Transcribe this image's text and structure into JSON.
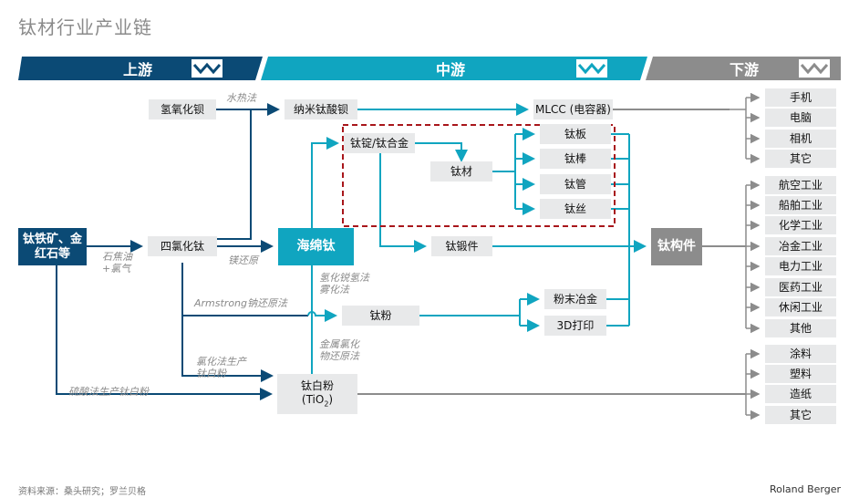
{
  "title": "钛材行业产业链",
  "bands": {
    "upstream": "上游",
    "midstream": "中游",
    "downstream": "下游"
  },
  "nodes": {
    "ore": "钛铁矿、金红石等",
    "barium_hydroxide": "氢氧化钡",
    "nano_barium_titanate": "纳米钛酸钡",
    "mlcc": "MLCC (电容器)",
    "ingot": "钛锭/钛合金",
    "titanium_material": "钛材",
    "plate": "钛板",
    "rod": "钛棒",
    "tube": "钛管",
    "wire": "钛丝",
    "ticl4": "四氯化钛",
    "sponge": "海绵钛",
    "forging": "钛锻件",
    "component": "钛构件",
    "powder": "钛粉",
    "pm": "粉末冶金",
    "print3d": "3D打印",
    "tio2_line1": "钛白粉",
    "tio2_line2": "(TiO",
    "tio2_sub": "2",
    "tio2_close": ")"
  },
  "edge_labels": {
    "hydrothermal": "水热法",
    "coke_chlorine_1": "石焦油",
    "coke_chlorine_2": "+氯气",
    "mg_reduction": "镁还原",
    "armstrong": "Armstrong钠还原法",
    "hydride_1": "氢化锐氢法",
    "hydride_2": "雾化法",
    "chloride_1": "氯化法生产",
    "chloride_2": "钛白粉",
    "metal_chloride_1": "金属氯化",
    "metal_chloride_2": "物还原法",
    "sulfate": "硫酸法生产钛白粉"
  },
  "downstream_electronics": [
    "手机",
    "电脑",
    "相机",
    "其它"
  ],
  "downstream_industry": [
    "航空工业",
    "船舶工业",
    "化学工业",
    "冶金工业",
    "电力工业",
    "医药工业",
    "休闲工业",
    "其他"
  ],
  "downstream_tio2": [
    "涂料",
    "塑料",
    "造纸",
    "其它"
  ],
  "footer": "资料来源：桑头研究；罗兰贝格",
  "brand": "Roland Berger",
  "colors": {
    "upstream": "#0b4a75",
    "midstream": "#10a5c0",
    "downstream": "#8c8c8c",
    "dashed": "#a8161b"
  }
}
